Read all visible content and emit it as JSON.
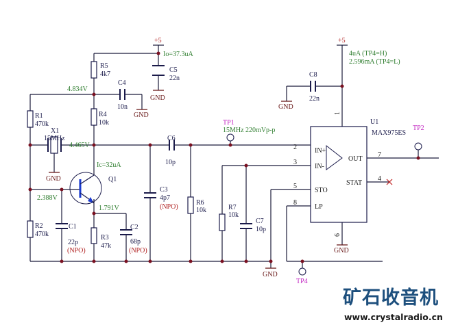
{
  "diagram": {
    "type": "circuit-schematic",
    "supply": "+5",
    "ground": "GND",
    "currents": {
      "io": "Io=37.3uA",
      "ic": "Ic=32uA",
      "u1_high": "4uA (TP4=H)",
      "u1_low": "2.596mA (TP4=L)"
    },
    "voltages": {
      "n1": "4.834V",
      "n2": "4.465V",
      "n3": "2.388V",
      "n4": "1.791V"
    },
    "components": {
      "R1": {
        "ref": "R1",
        "value": "470k"
      },
      "R2": {
        "ref": "R2",
        "value": "470k"
      },
      "R3": {
        "ref": "R3",
        "value": "47k"
      },
      "R4": {
        "ref": "R4",
        "value": "10k"
      },
      "R5": {
        "ref": "R5",
        "value": "4k7"
      },
      "R6": {
        "ref": "R6",
        "value": "10k"
      },
      "R7": {
        "ref": "R7",
        "value": "10k"
      },
      "C1": {
        "ref": "C1",
        "value": "22p",
        "note": "(NPO)"
      },
      "C2": {
        "ref": "C2",
        "value": "68p",
        "note": "(NPO)"
      },
      "C3": {
        "ref": "C3",
        "value": "4p7",
        "note": "(NPO)"
      },
      "C4": {
        "ref": "C4",
        "value": "10n"
      },
      "C5": {
        "ref": "C5",
        "value": "22n"
      },
      "C6": {
        "ref": "C6",
        "value": "10p"
      },
      "C7": {
        "ref": "C7",
        "value": "10p"
      },
      "C8": {
        "ref": "C8",
        "value": "22n"
      },
      "X1": {
        "ref": "X1",
        "value": "15MHz"
      },
      "Q1": {
        "ref": "Q1"
      },
      "U1": {
        "ref": "U1",
        "value": "MAX975ES"
      }
    },
    "u1_pins": {
      "in_plus": {
        "num": "2",
        "name": "IN+"
      },
      "in_minus": {
        "num": "3",
        "name": "IN-"
      },
      "sto": {
        "num": "5",
        "name": "STO"
      },
      "lp": {
        "num": "8",
        "name": "LP"
      },
      "out": {
        "num": "7",
        "name": "OUT"
      },
      "stat": {
        "num": "4",
        "name": "STAT"
      },
      "vcc": {
        "num": "1"
      },
      "gnd": {
        "num": "6"
      }
    },
    "test_points": {
      "tp1": {
        "ref": "TP1",
        "note": "15MHz 220mVp-p"
      },
      "tp2": {
        "ref": "TP2"
      },
      "tp4": {
        "ref": "TP4"
      }
    }
  },
  "watermark": {
    "title": "矿石收音机",
    "url": "www.crystalradio.cn"
  }
}
